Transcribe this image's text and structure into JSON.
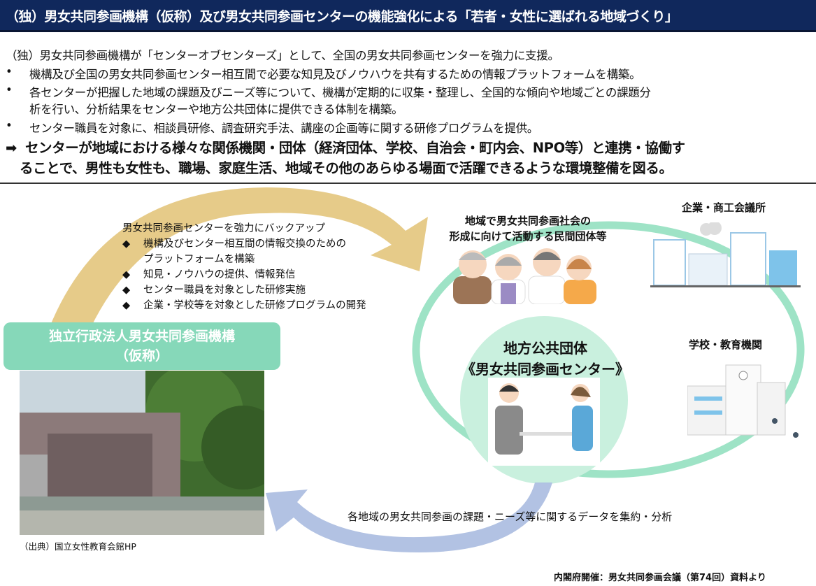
{
  "header": {
    "title": "（独）男女共同参画機構（仮称）及び男女共同参画センターの機能強化による「若者・女性に選ばれる地域づくり」"
  },
  "intro": {
    "lead": "（独）男女共同参画機構が「センターオブセンターズ」として、全国の男女共同参画センターを強力に支援。",
    "bullet_mark": "•",
    "bullets": [
      "機構及び全国の男女共同参画センター相互間で必要な知見及びノウハウを共有するための情報プラットフォームを構築。",
      "各センターが把握した地域の課題及びニーズ等について、機構が定期的に収集・整理し、全国的な傾向や地域ごとの課題分",
      "析を行い、分析結果をセンターや地方公共団体に提供できる体制を構築。",
      "センター職員を対象に、相談員研修、調査研究手法、講座の企画等に関する研修プログラムを提供。"
    ],
    "arrow": "➡",
    "conclusion_1": "センターが地域における様々な関係機関・団体（経済団体、学校、自治会・町内会、NPO等）と連携・協働す",
    "conclusion_2": "ることで、男性も女性も、職場、家庭生活、地域その他のあらゆる場面で活躍できるような環境整備を図る。"
  },
  "diagram": {
    "backup_title": "男女共同参画センターを強力にバックアップ",
    "diamond": "◆",
    "backup_items": [
      "機構及びセンター相互間の情報交換のための",
      "知見・ノウハウの提供、情報発信",
      "センター職員を対象とした研修実施",
      "企業・学校等を対象とした研修プログラムの開発"
    ],
    "backup_item_1_cont": "プラットフォームを構築",
    "org_line1": "独立行政法人男女共同参画機構",
    "org_line2": "（仮称）",
    "photo_caption": "（出典）国立女性教育会館HP",
    "groups_line1": "地域で男女共同参画社会の",
    "groups_line2": "形成に向けて活動する民間団体等",
    "business": "企業・商工会議所",
    "school": "学校・教育機関",
    "center_line1": "地方公共団体",
    "center_line2": "《男女共同参画センター》",
    "data_collection": "各地域の男女共同参画の課題・ニーズ等に関するデータを集約・分析",
    "colors": {
      "navy": "#10285c",
      "gold": "#e0c274",
      "green": "#86d8b9",
      "blue": "#a9bde0"
    }
  },
  "footer": {
    "source": "内閣府開催：男女共同参画会議（第74回）資料より"
  }
}
